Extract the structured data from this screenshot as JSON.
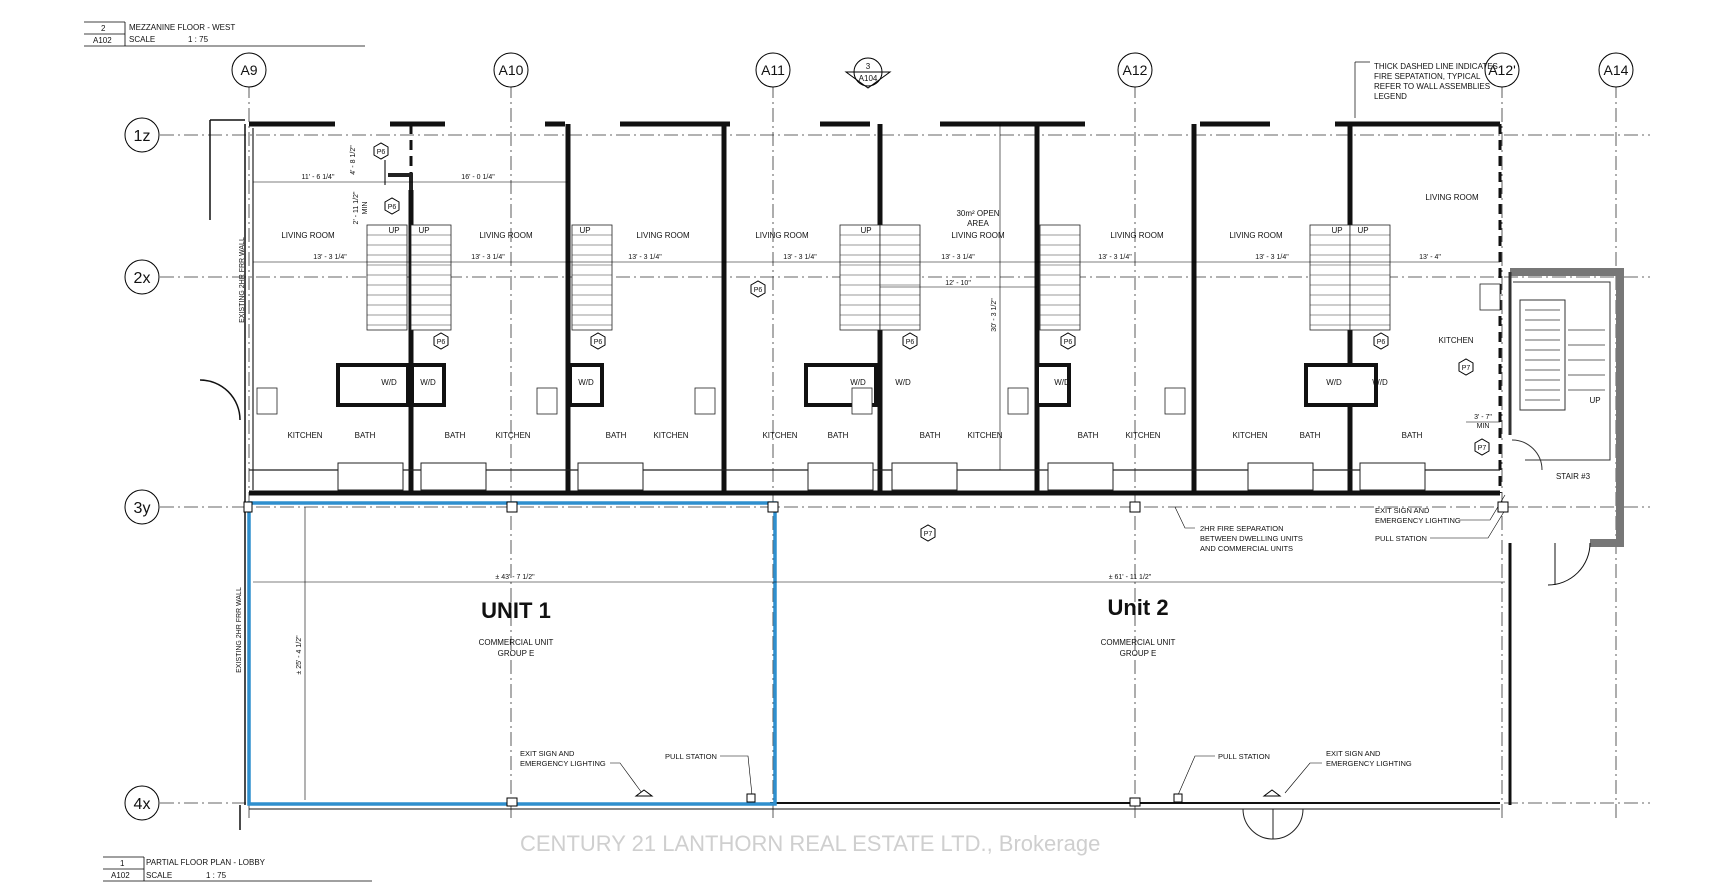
{
  "titles": {
    "top": {
      "num": "2",
      "sheet": "A102",
      "name": "MEZZANINE FLOOR - WEST",
      "scale_label": "SCALE",
      "scale": "1 : 75"
    },
    "bottom": {
      "num": "1",
      "sheet": "A102",
      "name": "PARTIAL FLOOR PLAN - LOBBY",
      "scale_label": "SCALE",
      "scale": "1 : 75"
    }
  },
  "grid_cols": [
    "A9",
    "A10",
    "A11",
    "A12",
    "A12'",
    "A14"
  ],
  "grid_rows": [
    "1z",
    "2x",
    "3y",
    "4x"
  ],
  "section_marker": {
    "num": "3",
    "sheet": "A104"
  },
  "note_fire": [
    "THICK DASHED LINE INDICATES",
    "FIRE SEPATATION, TYPICAL",
    "REFER TO WALL ASSEMBLIES",
    "LEGEND"
  ],
  "rooms": {
    "living_room": "LIVING ROOM",
    "kitchen": "KITCHEN",
    "bath": "BATH",
    "wd": "W/D",
    "up": "UP",
    "stair": "STAIR #3",
    "open_area": [
      "30m² OPEN",
      "AREA"
    ]
  },
  "tags": {
    "p6": "P6",
    "p7": "P7"
  },
  "dims": {
    "d1": "11' - 6 1/4\"",
    "d2": "16' - 0 1/4\"",
    "d3": "4' - 8 1/2\"",
    "d4": "2' - 11 1/2\"",
    "d_min": "MIN",
    "d5": "13' - 3 1/4\"",
    "d6": "13' - 4\"",
    "d7": "12' - 10\"",
    "d8": "30' - 3 1/2\"",
    "d9": "3' - 7\"",
    "d10": "± 43' - 7 1/2\"",
    "d11": "± 61' - 11 1/2\"",
    "d12": "± 25' - 4 1/2\""
  },
  "walls": {
    "existing": "EXISTING 2HR FRR WALL"
  },
  "notes": {
    "fire_sep": [
      "2HR FIRE SEPARATION",
      "BETWEEN DWELLING UNITS",
      "AND COMMERCIAL UNITS"
    ],
    "exit_sign": [
      "EXIT SIGN AND",
      "EMERGENCY LIGHTING"
    ],
    "pull_station": "PULL STATION"
  },
  "units": [
    {
      "name": "UNIT 1",
      "type": "COMMERCIAL UNIT",
      "group": "GROUP E"
    },
    {
      "name": "Unit 2",
      "type": "COMMERCIAL UNIT",
      "group": "GROUP E"
    }
  ],
  "watermark": "CENTURY 21 LANTHORN REAL ESTATE LTD., Brokerage",
  "colors": {
    "highlight": "#2f8fce",
    "wall": "#111111"
  }
}
